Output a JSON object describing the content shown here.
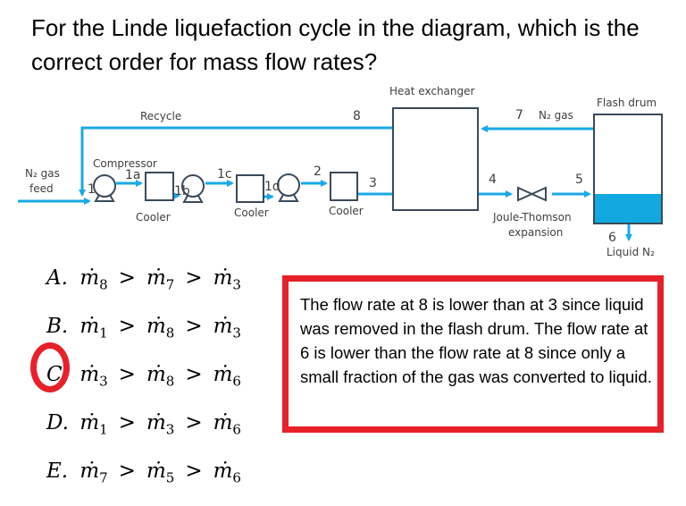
{
  "question": "For the Linde liquefaction cycle in the diagram, which is the correct order for mass flow rates?",
  "diagram": {
    "heat_exchanger": "Heat exchanger",
    "flash_drum": "Flash drum",
    "recycle": "Recycle",
    "compressor": "Compressor",
    "feed_line1": "N₂ gas",
    "feed_line2": "feed",
    "cooler": "Cooler",
    "joule1": "Joule-Thomson",
    "joule2": "expansion",
    "n2_gas": "N₂ gas",
    "liquid": "Liquid N₂",
    "streams": {
      "s1": "1",
      "s1a": "1a",
      "s1b": "1b",
      "s1c": "1c",
      "s1d": "1d",
      "s2": "2",
      "s3": "3",
      "s4": "4",
      "s5": "5",
      "s6": "6",
      "s7": "7",
      "s8": "8"
    },
    "colors": {
      "stream": "#1aa9e6",
      "equipment": "#3a4a5a",
      "liquid": "#12a8e0"
    }
  },
  "options": [
    {
      "letter": "A.",
      "m": "ṁ",
      "terms": [
        "8",
        "7",
        "3"
      ],
      "gt": ">"
    },
    {
      "letter": "B.",
      "m": "ṁ",
      "terms": [
        "1",
        "8",
        "3"
      ],
      "gt": ">"
    },
    {
      "letter": "C.",
      "m": "ṁ",
      "terms": [
        "3",
        "8",
        "6"
      ],
      "gt": ">"
    },
    {
      "letter": "D.",
      "m": "ṁ",
      "terms": [
        "1",
        "3",
        "6"
      ],
      "gt": ">"
    },
    {
      "letter": "E.",
      "m": "ṁ",
      "terms": [
        "7",
        "5",
        "6"
      ],
      "gt": ">"
    }
  ],
  "selected_option": "C.",
  "explanation": "The flow rate at 8 is lower than at 3 since liquid was removed in the flash drum. The flow rate at 6 is lower than the flow rate at 8 since only a small fraction of the gas was converted to liquid.",
  "highlight_color": "#e8202a"
}
